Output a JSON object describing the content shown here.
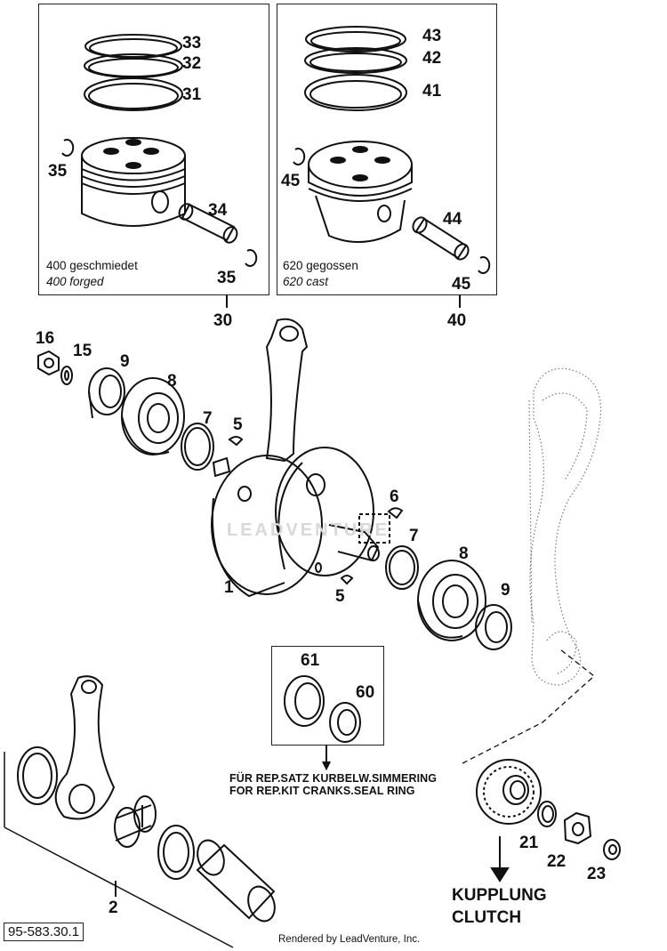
{
  "boxes": {
    "forged": {
      "labels": [
        "33",
        "32",
        "31",
        "35",
        "34",
        "35"
      ],
      "caption_line1": "400 geschmiedet",
      "caption_line2": "400 forged",
      "group_number": "30"
    },
    "cast": {
      "labels": [
        "43",
        "42",
        "41",
        "45",
        "44",
        "45"
      ],
      "caption_line1": "620 gegossen",
      "caption_line2": "620 cast",
      "group_number": "40"
    },
    "seal_kit": {
      "labels": [
        "61",
        "60"
      ],
      "note_line1": "FÜR REP.SATZ KURBELW.SIMMERING",
      "note_line2": "FOR REP.KIT CRANKS.SEAL RING"
    }
  },
  "crankshaft_labels": [
    "16",
    "15",
    "9",
    "8",
    "7",
    "5",
    "6",
    "7",
    "8",
    "9",
    "5",
    "1"
  ],
  "conrod_label": "2",
  "clutch": {
    "labels": [
      "21",
      "22",
      "23"
    ],
    "word1": "KUPPLUNG",
    "word2": "CLUTCH"
  },
  "watermark": "LEADVENTURE",
  "reference_number": "95-583.30.1",
  "rendered_by": "Rendered by LeadVenture, Inc."
}
